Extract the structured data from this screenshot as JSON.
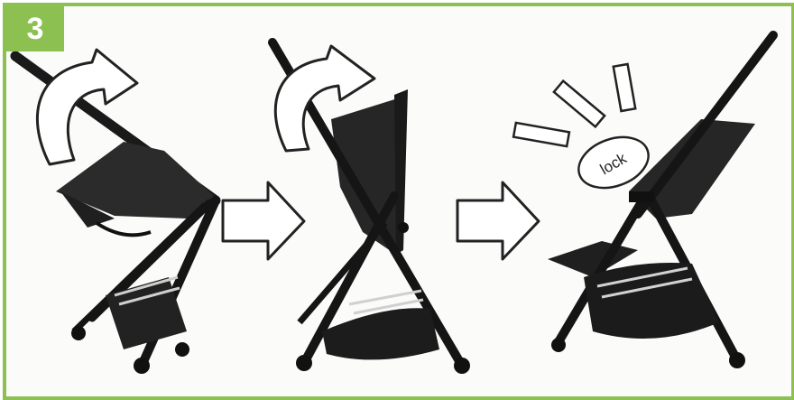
{
  "step": {
    "number": "3",
    "badge_color": "#8cc152"
  },
  "frame": {
    "border_color": "#8cc152"
  },
  "panels": [
    {
      "name": "stroller-reclined",
      "action_icon": "curved-rotate-arrow-icon"
    },
    {
      "name": "stroller-mid-fold",
      "action_icon": "curved-rotate-arrow-icon"
    },
    {
      "name": "stroller-upright-locked",
      "action_icon": "lock-click-burst-icon"
    }
  ],
  "transition_icons": [
    "right-arrow-icon",
    "right-arrow-icon"
  ],
  "lock_label": "lock",
  "colors": {
    "stroller": "#1a1a1a",
    "seat_fabric": "#2b2b2b",
    "arrow_outline": "#222222",
    "arrow_fill": "#ffffff",
    "basket_light": "#d9d9d9"
  }
}
